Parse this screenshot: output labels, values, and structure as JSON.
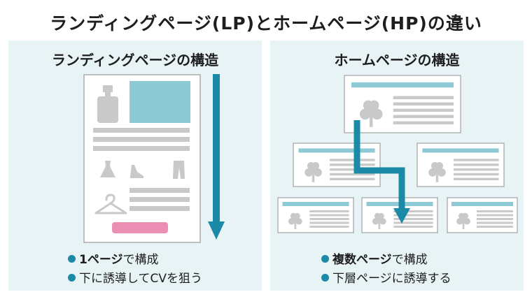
{
  "title": "ランディングページ(LP)とホームページ(HP)の違い",
  "left_panel": {
    "title": "ランディングページの構造",
    "bullets": [
      {
        "bold": "1ページ",
        "rest": "で構成"
      },
      {
        "bold": "",
        "rest": "下に誘導してCVを狙う"
      }
    ]
  },
  "right_panel": {
    "title": "ホームページの構造",
    "bullets": [
      {
        "bold": "複数ページ",
        "rest": "で構成"
      },
      {
        "bold": "",
        "rest": "下層ページに誘導する"
      }
    ]
  },
  "colors": {
    "panel_bg": "#e8f3f6",
    "accent": "#1a8aa6",
    "header_bar": "#8ecad6",
    "cta_button": "#ec8fb5",
    "placeholder_gray": "#c9c9c9"
  }
}
